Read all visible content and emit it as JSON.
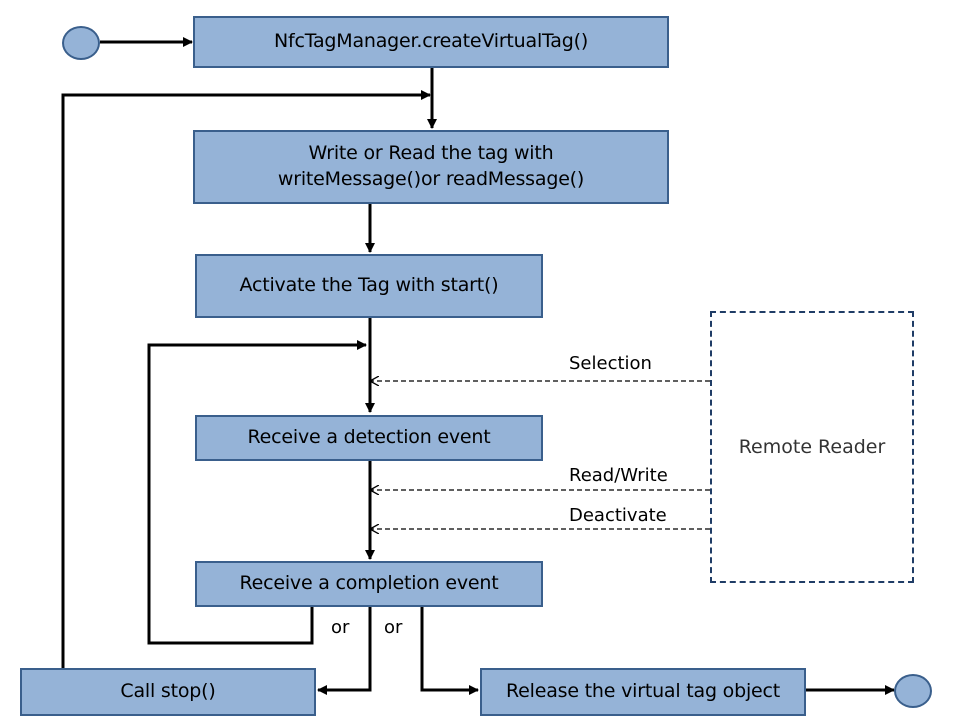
{
  "boxes": {
    "create": "NfcTagManager.createVirtualTag()",
    "write_read": "Write or Read the tag with\nwriteMessage()or readMessage()",
    "activate": "Activate the Tag with start()",
    "detection": "Receive a detection event",
    "completion": "Receive a completion event",
    "stop": "Call stop()",
    "release": "Release the virtual tag object"
  },
  "remote_reader": "Remote Reader",
  "signals": {
    "selection": "Selection",
    "read_write": "Read/Write",
    "deactivate": "Deactivate"
  },
  "branch_labels": {
    "or_left": "or",
    "or_right": "or"
  },
  "colors": {
    "box_fill": "#95b3d7",
    "box_border": "#3a5f8c",
    "line": "#000000",
    "dashed": "#1f3c66"
  }
}
